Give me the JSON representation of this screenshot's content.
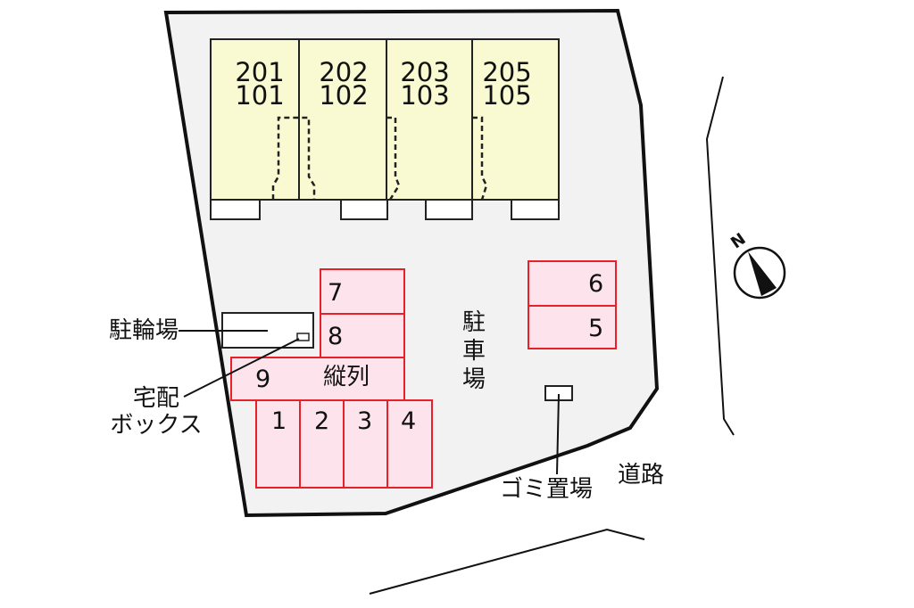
{
  "map": {
    "units": [
      {
        "upper": "201",
        "lower": "101"
      },
      {
        "upper": "202",
        "lower": "102"
      },
      {
        "upper": "203",
        "lower": "103"
      },
      {
        "upper": "205",
        "lower": "105"
      }
    ],
    "parking_spots": [
      "1",
      "2",
      "3",
      "4",
      "5",
      "6",
      "7",
      "8",
      "9"
    ],
    "parking_note_tandem": "縦列",
    "labels": {
      "parking_lot_chars": [
        "駐",
        "車",
        "場"
      ],
      "bicycle_parking": "駐輪場",
      "delivery_box_line1": "宅配",
      "delivery_box_line2": "ボックス",
      "garbage_area": "ゴミ置場",
      "road": "道路",
      "north": "N"
    },
    "colors": {
      "lot_fill": "#f2f2f2",
      "building_fill": "#fafad2",
      "parking_fill": "#fde4ec",
      "parking_stroke": "#e8202a",
      "line": "#111111"
    }
  }
}
